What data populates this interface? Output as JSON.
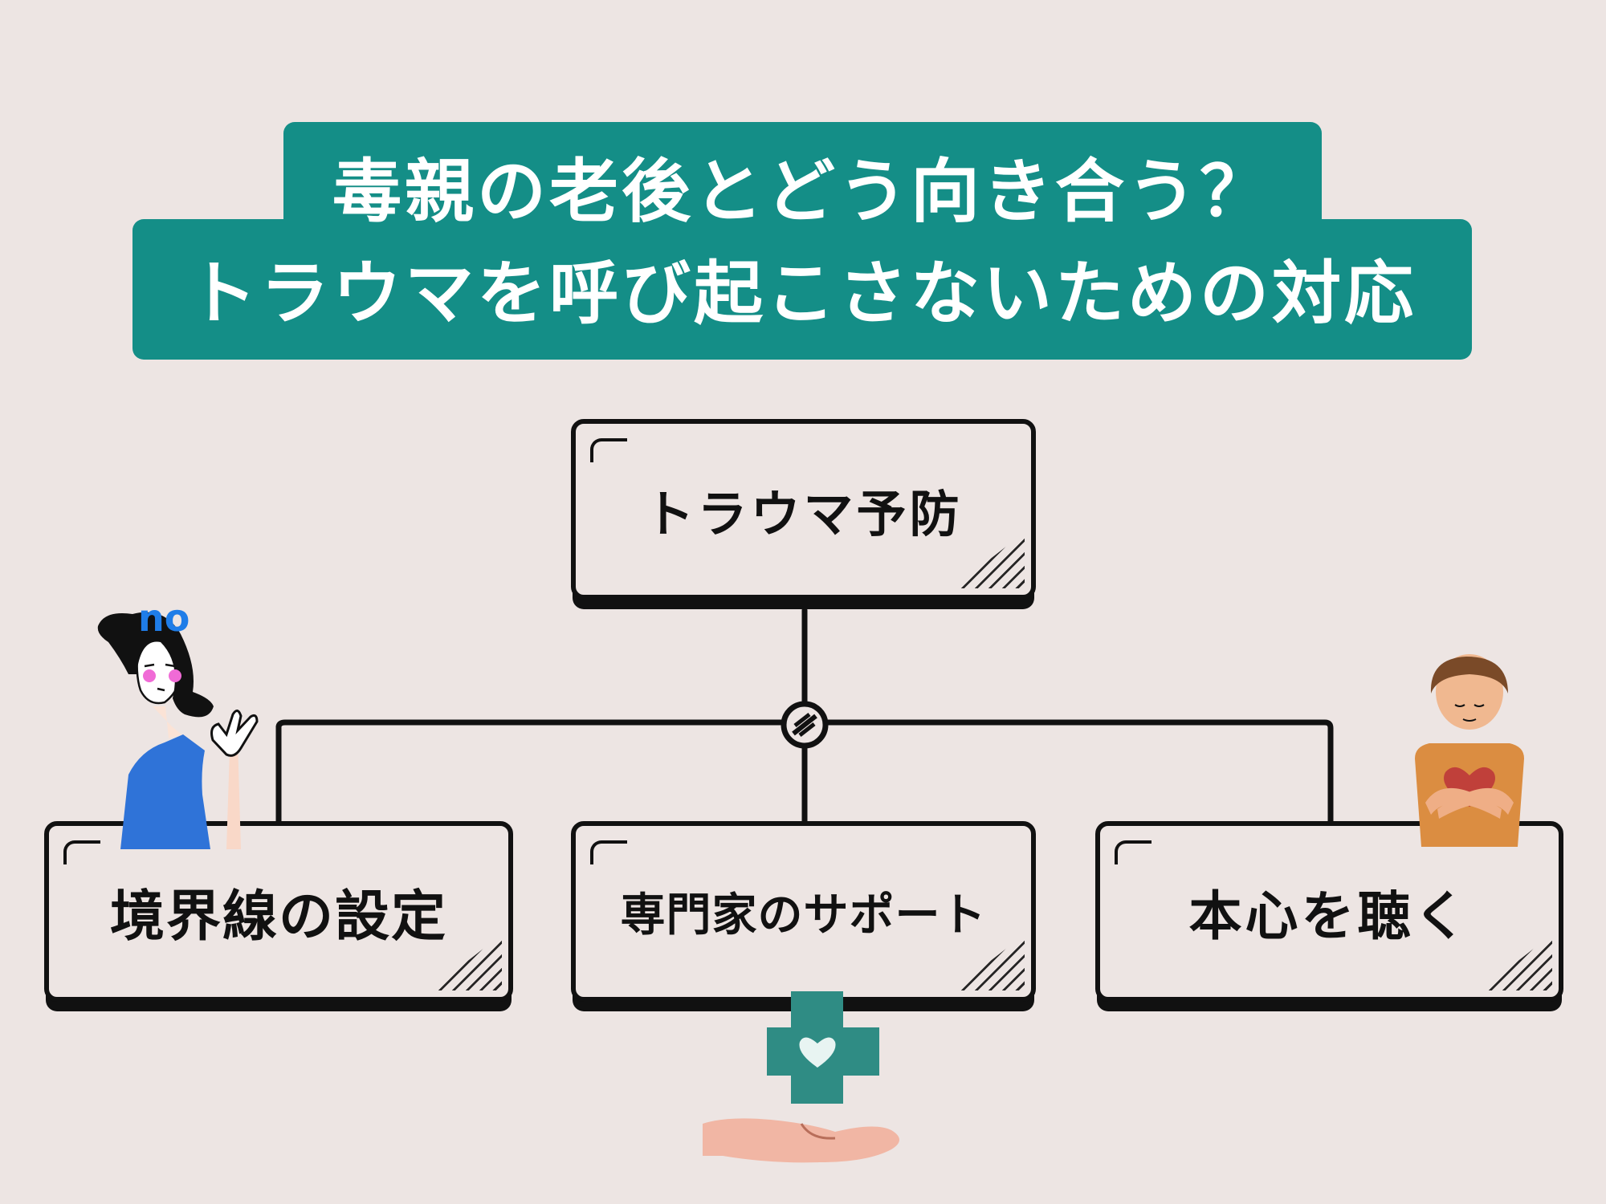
{
  "title": {
    "line1": "毒親の老後とどう向き合う？",
    "line2": "トラウマを呼び起こさないための対応"
  },
  "diagram": {
    "root": "トラウマ予防",
    "branches": [
      {
        "label": "境界線の設定"
      },
      {
        "label": "専門家のサポート"
      },
      {
        "label": "本心を聴く"
      }
    ]
  },
  "illustrations": {
    "left_speech": "no"
  },
  "colors": {
    "background": "#ede5e3",
    "banner": "#148e87",
    "title_text": "#ffffff",
    "ink": "#111111"
  }
}
